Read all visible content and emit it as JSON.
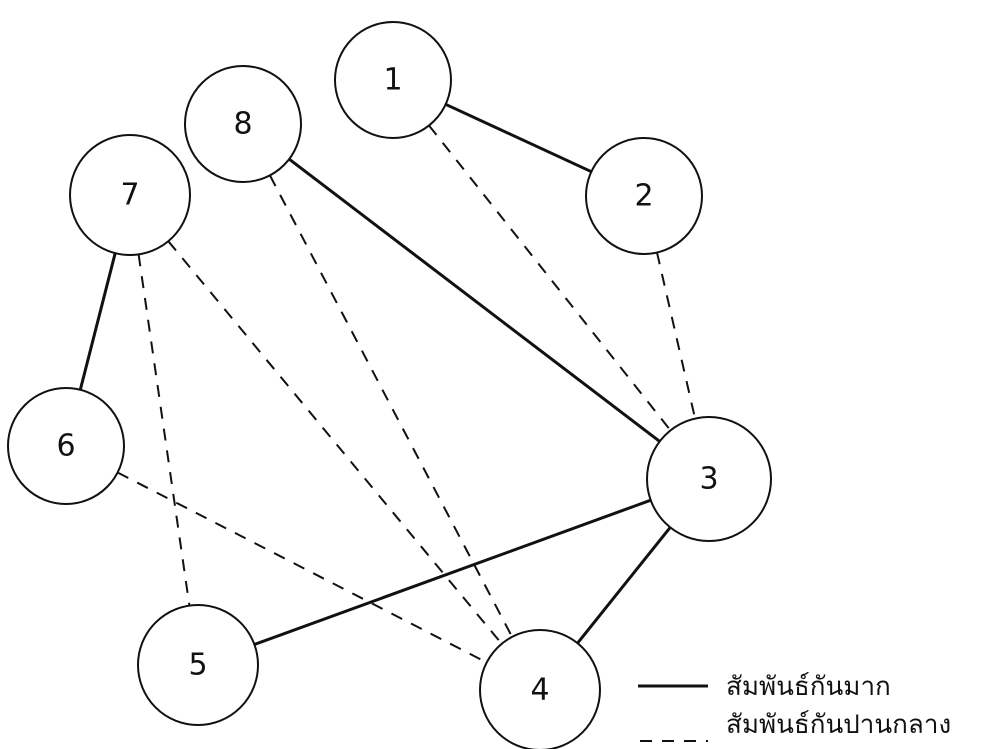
{
  "colors": {
    "ink": "#111111",
    "background": "#ffffff"
  },
  "nodes": [
    {
      "id": "1",
      "label": "1"
    },
    {
      "id": "2",
      "label": "2"
    },
    {
      "id": "3",
      "label": "3"
    },
    {
      "id": "4",
      "label": "4"
    },
    {
      "id": "5",
      "label": "5"
    },
    {
      "id": "6",
      "label": "6"
    },
    {
      "id": "7",
      "label": "7"
    },
    {
      "id": "8",
      "label": "8"
    }
  ],
  "edges": [
    {
      "from": "1",
      "to": "2",
      "style": "solid"
    },
    {
      "from": "8",
      "to": "3",
      "style": "solid"
    },
    {
      "from": "7",
      "to": "6",
      "style": "solid"
    },
    {
      "from": "5",
      "to": "3",
      "style": "solid"
    },
    {
      "from": "3",
      "to": "4",
      "style": "solid"
    },
    {
      "from": "1",
      "to": "3",
      "style": "dashed"
    },
    {
      "from": "2",
      "to": "3",
      "style": "dashed"
    },
    {
      "from": "8",
      "to": "4",
      "style": "dashed"
    },
    {
      "from": "7",
      "to": "4",
      "style": "dashed"
    },
    {
      "from": "7",
      "to": "5",
      "style": "dashed"
    },
    {
      "from": "6",
      "to": "4",
      "style": "dashed"
    }
  ],
  "legend": {
    "solid_label": "สัมพันธ์กันมาก",
    "dashed_label": "สัมพันธ์กันปานกลาง"
  }
}
